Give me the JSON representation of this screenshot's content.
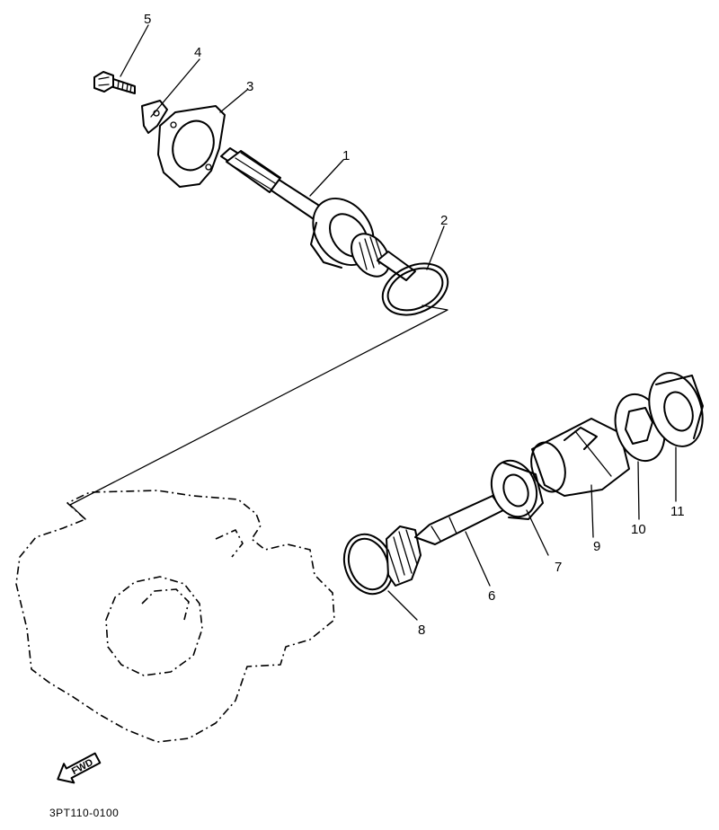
{
  "drawing": {
    "code": "3PT110-0100",
    "fwd_label": "FWD"
  },
  "callouts": [
    {
      "id": "1",
      "label": "1"
    },
    {
      "id": "2",
      "label": "2"
    },
    {
      "id": "3",
      "label": "3"
    },
    {
      "id": "4",
      "label": "4"
    },
    {
      "id": "5",
      "label": "5"
    },
    {
      "id": "6",
      "label": "6"
    },
    {
      "id": "7",
      "label": "7"
    },
    {
      "id": "8",
      "label": "8"
    },
    {
      "id": "9",
      "label": "9"
    },
    {
      "id": "10",
      "label": "10"
    },
    {
      "id": "11",
      "label": "11"
    }
  ]
}
